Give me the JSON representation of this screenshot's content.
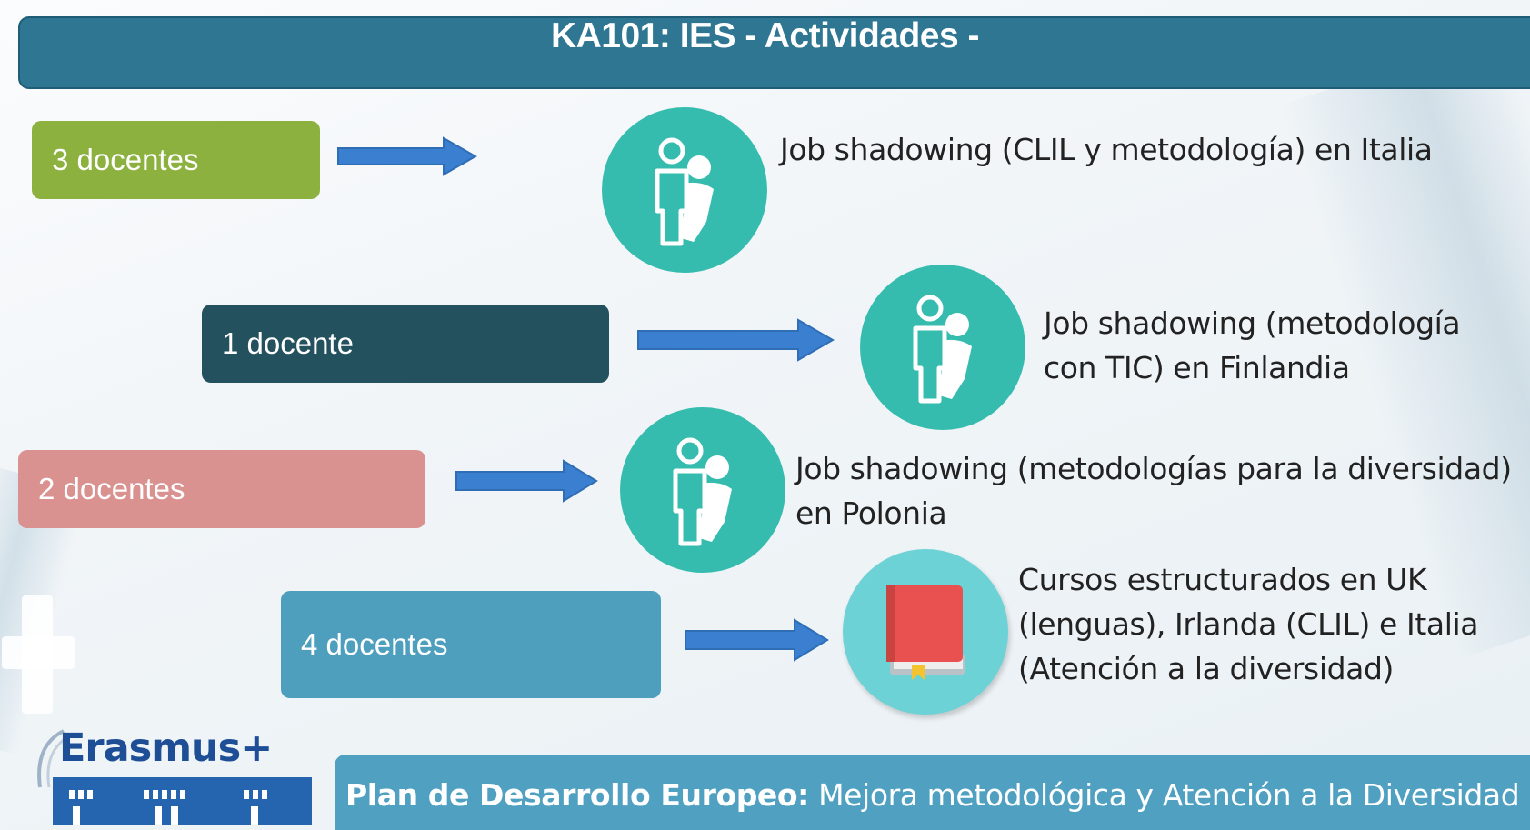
{
  "title": "KA101: IES -  Actividades -",
  "rows": [
    {
      "count": "3 docentes",
      "lines": [
        "Job shadowing (CLIL y metodología) en Italia"
      ],
      "icon": "person-silhouette-icon",
      "box_color": "#8cb13f"
    },
    {
      "count": "1 docente",
      "lines": [
        "Job shadowing  (metodología",
        "con TIC) en Finlandia"
      ],
      "icon": "person-silhouette-icon",
      "box_color": "#24515e"
    },
    {
      "count": "2 docentes",
      "lines": [
        "Job shadowing  (metodologías para la diversidad)",
        "en Polonia"
      ],
      "icon": "person-silhouette-icon",
      "box_color": "#d99290"
    },
    {
      "count": "4 docentes",
      "lines": [
        "Cursos estructurados en UK",
        "(lenguas), Irlanda (CLIL) e Italia",
        "(Atención a la diversidad)"
      ],
      "icon": "book-icon",
      "box_color": "#4d9fbd"
    }
  ],
  "logo": {
    "text": "Erasmus+"
  },
  "footer": {
    "bold": "Plan de Desarrollo Europeo:",
    "rest": " Mejora metodológica y Atención a la Diversidad"
  },
  "colors": {
    "title_bar": "#2e7691",
    "icon_circle": "#36bcae",
    "book_circle": "#6dd2d6",
    "arrow": "#3a7fd0",
    "footer": "#4fa0c1"
  }
}
